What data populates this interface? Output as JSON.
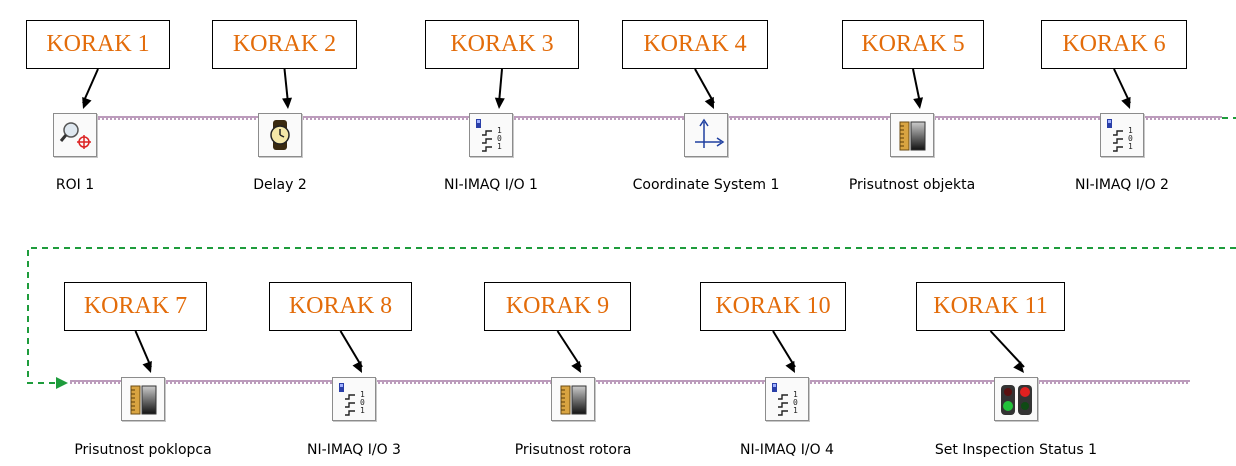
{
  "rows": [
    {
      "steps": [
        {
          "korak": "KORAK 1",
          "label": "ROI 1",
          "icon": "roi-icon"
        },
        {
          "korak": "KORAK 2",
          "label": "Delay 2",
          "icon": "stopwatch-icon"
        },
        {
          "korak": "KORAK 3",
          "label": "NI-IMAQ I/O 1",
          "icon": "io-icon"
        },
        {
          "korak": "KORAK 4",
          "label": "Coordinate System 1",
          "icon": "coordinate-axes-icon"
        },
        {
          "korak": "KORAK 5",
          "label": "Prisutnost objekta",
          "icon": "brightness-meter-icon"
        },
        {
          "korak": "KORAK 6",
          "label": "NI-IMAQ I/O 2",
          "icon": "io-icon"
        }
      ]
    },
    {
      "steps": [
        {
          "korak": "KORAK 7",
          "label": "Prisutnost poklopca",
          "icon": "brightness-meter-icon"
        },
        {
          "korak": "KORAK 8",
          "label": "NI-IMAQ I/O 3",
          "icon": "io-icon"
        },
        {
          "korak": "KORAK 9",
          "label": "Prisutnost rotora",
          "icon": "brightness-meter-icon"
        },
        {
          "korak": "KORAK 10",
          "label": "NI-IMAQ I/O 4",
          "icon": "io-icon"
        },
        {
          "korak": "KORAK 11",
          "label": "Set Inspection Status 1",
          "icon": "traffic-light-icon"
        }
      ]
    }
  ],
  "colors": {
    "korak_text": "#e36c0a",
    "wire": "#7a3a7a",
    "connector": "#1e9c3c"
  }
}
